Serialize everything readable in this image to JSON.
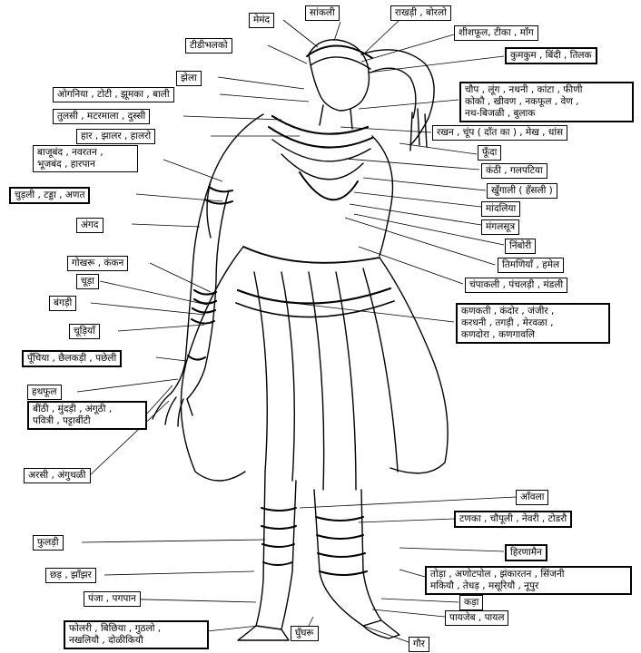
{
  "labels": {
    "memand": "मेमंद",
    "sankali": "सांकली",
    "rakhdi": "राखड़ी , बोरलो",
    "sheeshphool": "शीशफूल, टीका , माँग",
    "teedibhalko": "टीडीभलको",
    "kumkum": "कुमकुम , बिंदी , तिलक",
    "jhela": "झेला",
    "ogniya": "ओगनिया , टोटी , झूमका , बाली",
    "choup_1": "चौप , लूंग , नथनी , कांटा , फीणी",
    "choup_2": "कोकौ , खीवण , नकफूल , वेण ,",
    "choup_3": "नथ-बिजळी , बुलाक",
    "tulsi": "तुलसी , मटरमाला , दुस्सी",
    "rakhan": "रखन , चूंप ( दाँत का ) , मेख , धांस",
    "haar": "हार , झालर , हालरो",
    "phoonda": "फूँदा",
    "bajuband_1": "बाजूबंद , नवरतन ,",
    "bajuband_2": "भूजबंद , हारपान",
    "kanthi": "कंठी , गलपटिया",
    "chudli": "चुड़ली , टड्डा , अणत",
    "khungali": "खुँगाली ( हँसली )",
    "maandaliya": "मांदलिया",
    "angad": "अंगद",
    "mangalsutra": "मंगलसूत्र",
    "nimbori": "निंबोरी",
    "timaniyan": "तिमणियाँ , हमेल",
    "gokhru": "गोखरू , कंकन",
    "champakali": "चंपाकली , पंचलड़ी , मंडली",
    "chuda": "चूड़ा",
    "bangdi": "बंगड़ी",
    "kanakti_1": "कणकती , कंदोर , जंजीर ,",
    "kanakti_2": "करधनी , तगड़ी , मेरवळा ,",
    "kanakti_3": "कणदोरा , कणगावलि",
    "chudiyan": "चूड़ियाँ",
    "poonchiya": "पूँचिया , छैलकड़ी , पछेली",
    "hathphool": "हथफूल",
    "beenthi_1": "बींठी , मुंदड़ी , अंगूठी ,",
    "beenthi_2": "पवित्री , पट्टाबींटी",
    "arsi": "अरसी , अंगुथळी",
    "aanvla": "आँवला",
    "tanka": "टणका , चौपूली , नेवरी , टोडरौ",
    "phuldi": "फुलड़ी",
    "hirnamain": "हिरणामैन",
    "chhad": "छड़ , झाँझर",
    "toda_1": "तोड़ा , अणोटपोल , झंकारतन , सिंजनी",
    "toda_2": "मकियौ , तेधड़ , मसूरियौ , नूपुर",
    "panja": "पंजा , पगपान",
    "kada": "कड़ा",
    "payajeb": "पायजेब , पायल",
    "pholari_1": "फोलरी , बिछिया , गुठलो ,",
    "pholari_2": "नखलियौ , दोळीकियौ",
    "ghunghru": "घुँघरू",
    "gour": "गौर"
  }
}
